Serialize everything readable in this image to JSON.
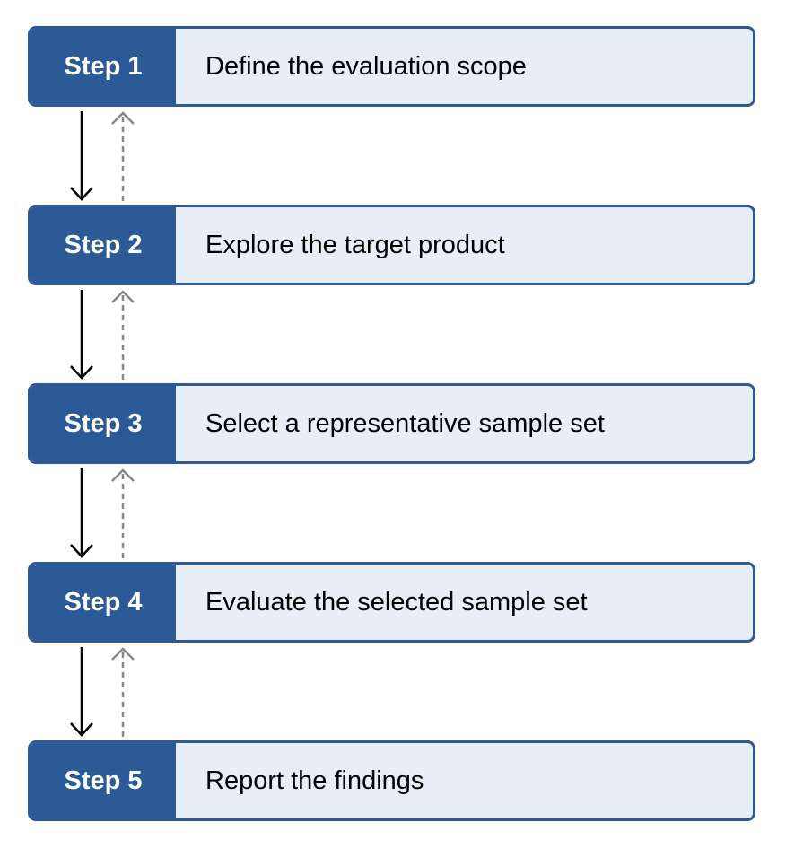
{
  "steps": [
    {
      "label": "Step 1",
      "text": "Define the evaluation scope"
    },
    {
      "label": "Step 2",
      "text": "Explore the target product"
    },
    {
      "label": "Step 3",
      "text": "Select a representative sample set"
    },
    {
      "label": "Step 4",
      "text": "Evaluate the selected sample set"
    },
    {
      "label": "Step 5",
      "text": "Report the findings"
    }
  ],
  "colors": {
    "label_background": "#2b5a97",
    "label_text": "#ffffff",
    "box_background": "#e8eef6",
    "box_border": "#2b5a97",
    "forward_arrow": "#000000",
    "back_arrow": "#888888"
  }
}
